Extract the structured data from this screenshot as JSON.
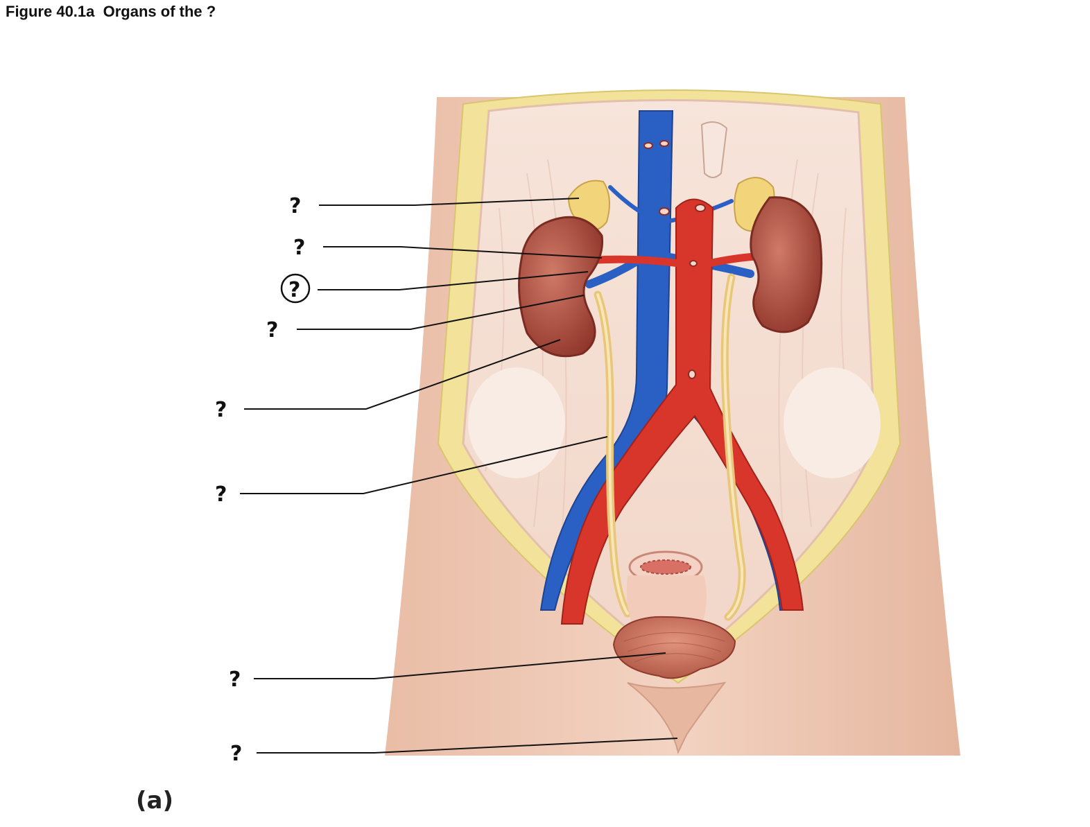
{
  "figure": {
    "title": "Figure 40.1a  Organs of the ?",
    "panel_label": "(a)"
  },
  "callouts": [
    {
      "id": "adrenal-gland",
      "text": "?",
      "circled": false
    },
    {
      "id": "renal-artery",
      "text": "?",
      "circled": false
    },
    {
      "id": "renal-vein",
      "text": "?",
      "circled": true
    },
    {
      "id": "renal-hilum",
      "text": "?",
      "circled": false
    },
    {
      "id": "kidney",
      "text": "?",
      "circled": false
    },
    {
      "id": "ureter",
      "text": "?",
      "circled": false
    },
    {
      "id": "urinary-bladder",
      "text": "?",
      "circled": false
    },
    {
      "id": "urethra",
      "text": "?",
      "circled": false
    }
  ],
  "colors": {
    "skin": "#f0cdb8",
    "cavity": "#f5e3d9",
    "fat": "#f2e29a",
    "vein": "#2a5fc4",
    "artery": "#d9362b",
    "kidney": "#a8453a",
    "ureter": "#f0d08a",
    "bladder": "#c9705f"
  }
}
